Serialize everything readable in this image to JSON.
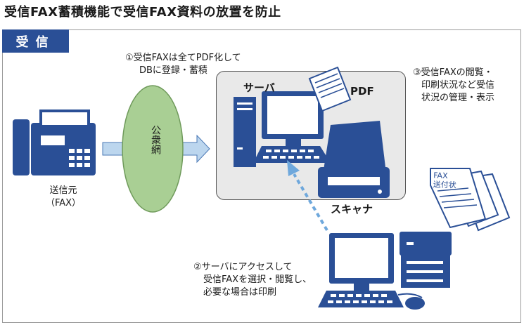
{
  "title": "受信FAX蓄積機能で受信FAX資料の放置を防止",
  "tab_label": "受信",
  "fax_label": {
    "line1": "送信元",
    "line2": "（FAX）"
  },
  "network_label": "公衆網",
  "step1": {
    "line1": "①受信FAXは全てPDF化して",
    "line2": "DBに登録・蓄積"
  },
  "server_label": "サーバ",
  "pdf_label": "PDF",
  "scanner_label": "スキャナ",
  "step3": {
    "line1": "③受信FAXの閲覧・",
    "line2": "印刷状況など受信",
    "line3": "状況の管理・表示"
  },
  "fax_doc_label": {
    "line1": "FAX",
    "line2": "送付状"
  },
  "step2": {
    "line1": "②サーバにアクセスして",
    "line2": "受信FAXを選択・閲覧し、",
    "line3": "必要な場合は印刷"
  },
  "colors": {
    "accent": "#2a4f96",
    "network": "#a9cf94",
    "arrow": "#bcd6ee",
    "dotted": "#6fa8dc"
  }
}
